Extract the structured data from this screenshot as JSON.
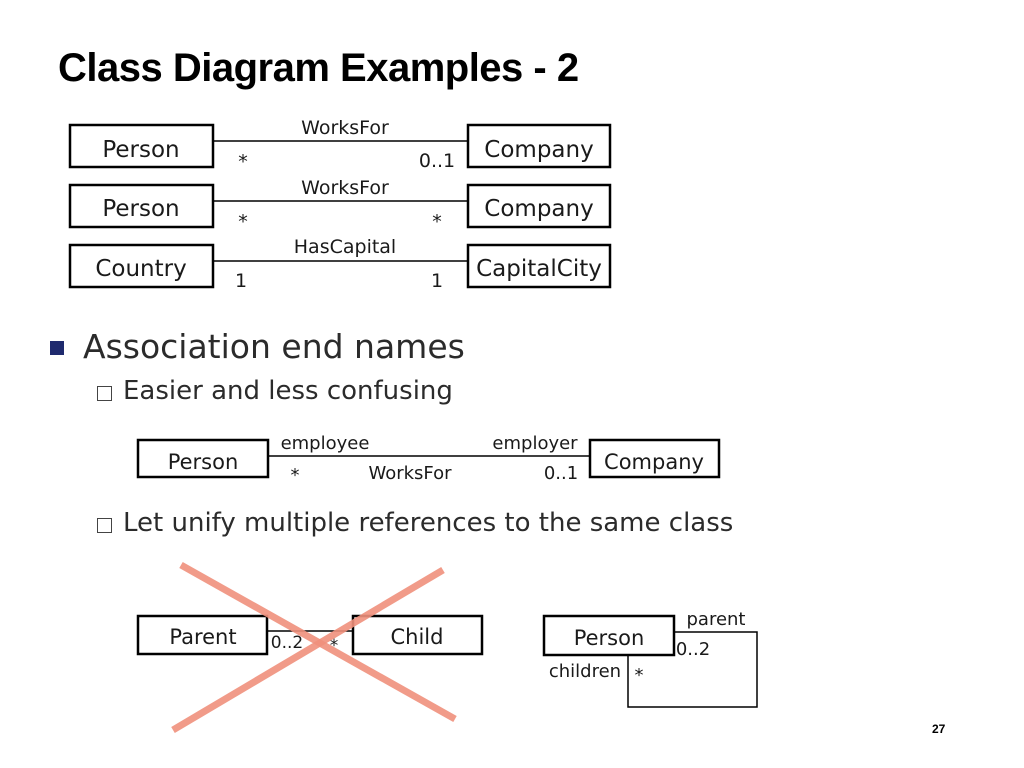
{
  "slide": {
    "title": "Class Diagram Examples - 2",
    "page_number": "27"
  },
  "examples": [
    {
      "left": "Person",
      "right": "Company",
      "association": "WorksFor",
      "left_mult": "*",
      "right_mult": "0..1"
    },
    {
      "left": "Person",
      "right": "Company",
      "association": "WorksFor",
      "left_mult": "*",
      "right_mult": "*"
    },
    {
      "left": "Country",
      "right": "CapitalCity",
      "association": "HasCapital",
      "left_mult": "1",
      "right_mult": "1"
    }
  ],
  "bullet": {
    "text": "Association end names",
    "sub1": "Easier and less confusing",
    "sub2": "Let unify multiple references to the same class"
  },
  "end_names_diagram": {
    "left": "Person",
    "right": "Company",
    "left_role": "employee",
    "right_role": "employer",
    "association": "WorksFor",
    "left_mult": "*",
    "right_mult": "0..1"
  },
  "crossed_diagram": {
    "left": "Parent",
    "right": "Child",
    "left_mult": "0..2",
    "right_mult": "*",
    "cross_color": "#f0907c"
  },
  "self_assoc_diagram": {
    "class": "Person",
    "top_role": "parent",
    "top_mult": "0..2",
    "bottom_role": "children",
    "bottom_mult": "*"
  },
  "colors": {
    "bullet": "#1f2a6e",
    "text": "#2b2b2b"
  }
}
